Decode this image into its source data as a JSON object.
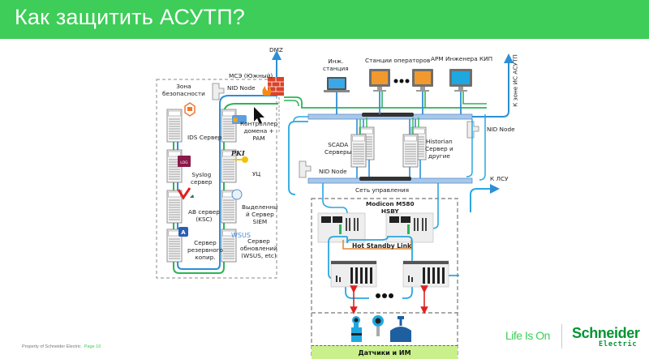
{
  "header": {
    "title": "Как защитить АСУТП?"
  },
  "diagram": {
    "colors": {
      "header": "#3dcd58",
      "bus_blue": "#2d8fd6",
      "link_green": "#2eb357",
      "hsby_orange": "#e08a3c",
      "signal_red": "#e02020",
      "sensors_bg": "#c9f08a"
    },
    "labels": {
      "dmz": "DMZ",
      "firewall": "МСЭ (Южный)",
      "nid_node_top": "NID Node",
      "security_zone": "Зона\nбезопасности",
      "ids_server": "IDS Сервер",
      "syslog_server": "Syslog\nсервер",
      "av_server": "АВ сервер\n(KSC)",
      "backup_server": "Сервер\nрезервного\nкопир.",
      "domain_controller": "Контроллер\nдомена +\nPAM",
      "ca": "УЦ",
      "siem_server": "Выделенны\nй Сервер\nSIEM",
      "update_server": "Сервер\nобновлений\n(WSUS, etc)",
      "eng_station": "Инж.\nстанция",
      "operator_stations": "Станции операторов",
      "kip_engineer": "АРМ Инженера КИП",
      "to_ics_zone": "К зоне ИС АСУТП",
      "nid_node_right": "NID Node",
      "scada_servers": "SCADA\nСерверы",
      "historian": "Historian\nСервер и\nдругие",
      "nid_node_mid": "NID Node",
      "control_network": "Сеть управления",
      "to_lsu": "К ЛСУ",
      "plc": "Modicon M580\nHSBY",
      "hot_standby_link": "Hot Standby Link",
      "sensors": "Датчики и ИМ",
      "log_badge": "LOG",
      "pki_badge": "PKI",
      "wsus_badge": "WSUS",
      "av_badge": "A"
    }
  },
  "footer": {
    "property": "Property of Schneider Electric",
    "page": "Page 16",
    "tagline": "Life Is On",
    "brand": "Schneider",
    "brand_sub": "Electric"
  }
}
